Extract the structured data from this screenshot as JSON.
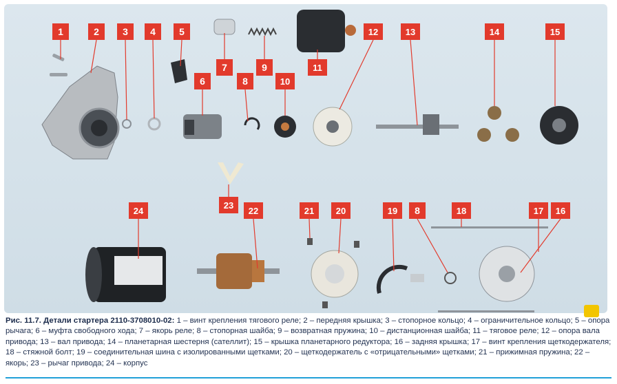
{
  "labels": [
    "1",
    "2",
    "3",
    "4",
    "5",
    "6",
    "7",
    "8",
    "9",
    "10",
    "11",
    "12",
    "13",
    "14",
    "15",
    "24",
    "22",
    "23",
    "21",
    "20",
    "19",
    "8",
    "18",
    "17",
    "16"
  ],
  "caption": {
    "title": "Рис. 11.7. Детали стартера 2110-3708010-02:",
    "text": " 1 – винт крепления тягового реле; 2 – передняя крышка; 3 – стопорное кольцо; 4 – ограничительное кольцо; 5 – опора рычага; 6 – муфта свободного хода; 7 – якорь реле; 8 – стопорная шайба; 9 – возвратная пружина; 10 – дистанционная шайба; 11 – тяговое реле; 12 – опора вала привода; 13 – вал привода; 14 – планетарная шестерня (сателлит); 15 – крышка планетарного редуктора; 16 – задняя крышка; 17 – винт крепления щеткодержателя; 18 – стяжной болт; 19 – соединительная шина с изолированными щетками; 20 – щеткодержатель с «отрицательными» щетками; 21 – прижимная пружина; 22 – якорь; 23 – рычаг привода; 24 – корпус"
  },
  "colors": {
    "tag": "#e23a2c",
    "leader": "#e23a2c",
    "background": "#d6e2ea",
    "caption_text": "#1f2f4f",
    "rule": "#20a0d8"
  }
}
